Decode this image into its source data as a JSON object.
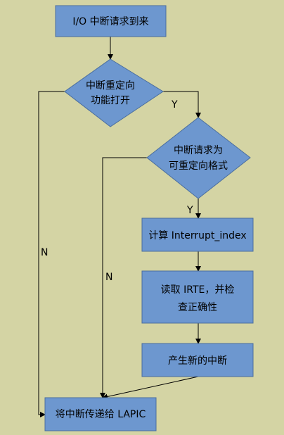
{
  "nodes": {
    "start": "I/O 中断请求到来",
    "decision1_line1": "中断重定向",
    "decision1_line2": "功能打开",
    "decision2_line1": "中断请求为",
    "decision2_line2": "可重定向格式",
    "compute": "计算 Interrupt_index",
    "read_line1": "读取 IRTE，并检",
    "read_line2": "查正确性",
    "generate": "产生新的中断",
    "deliver": "将中断传递给 LAPIC"
  },
  "labels": {
    "d1_yes": "Y",
    "d2_yes": "Y",
    "d1_no": "N",
    "d2_no": "N"
  },
  "colors": {
    "background": "#d4d4a4",
    "box_fill": "#6d97cf",
    "box_stroke": "#4a6e9e"
  }
}
